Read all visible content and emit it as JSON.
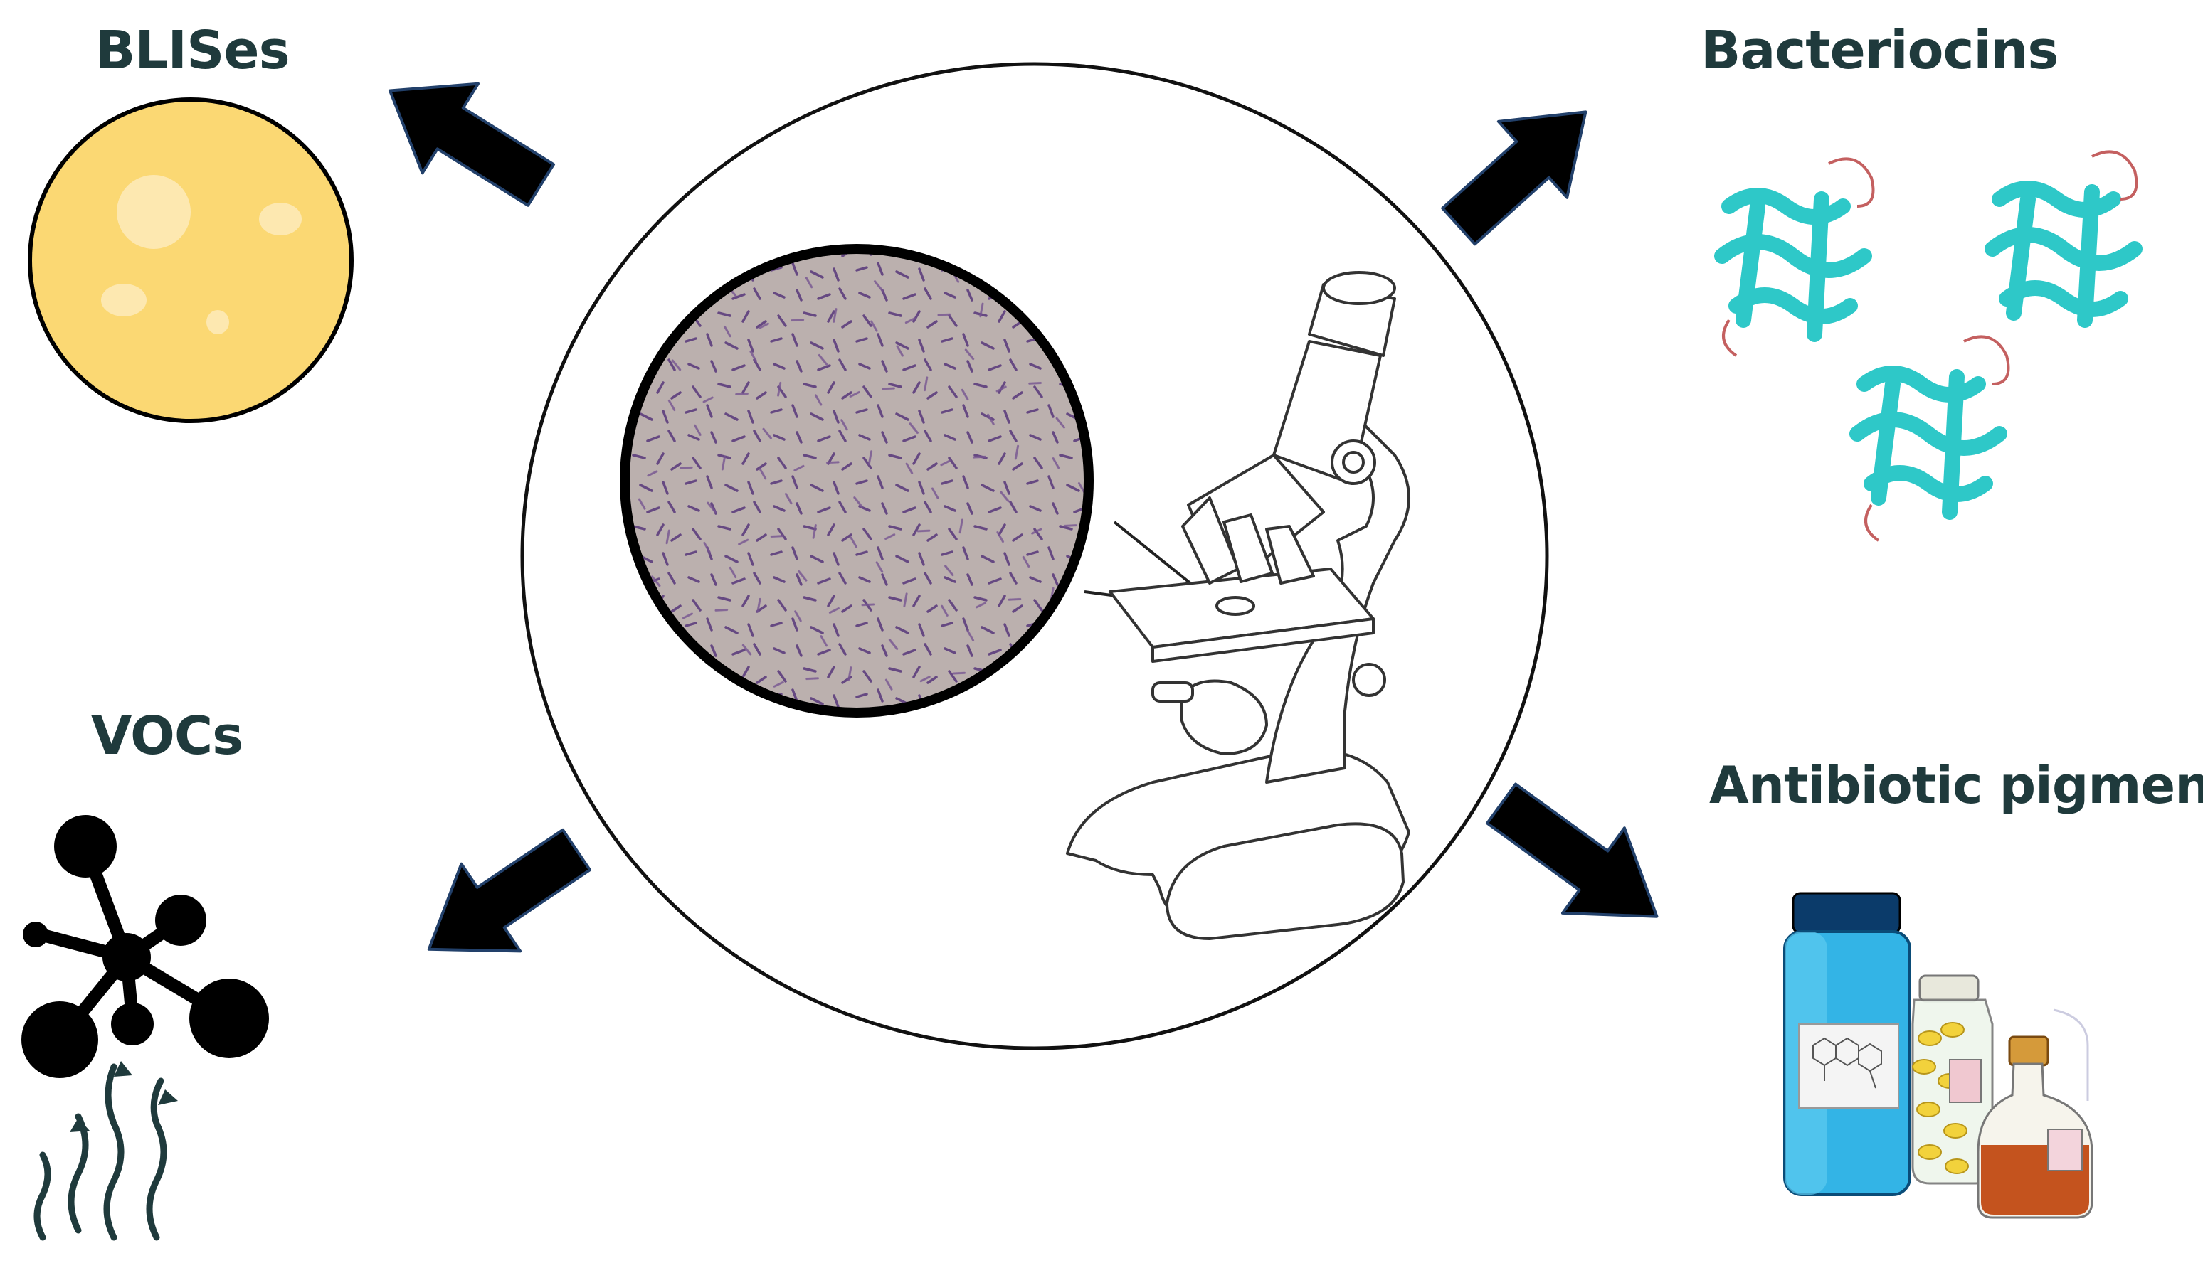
{
  "diagram": {
    "outputs": [
      {
        "id": "blises",
        "label": "BLISes"
      },
      {
        "id": "bacteriocins",
        "label": "Bacteriocins"
      },
      {
        "id": "vocs",
        "label": "VOCs"
      },
      {
        "id": "pigments",
        "label": "Antibiotic pigments"
      }
    ],
    "colors": {
      "text": "#1f3a3c",
      "arrow_fill": "#000000",
      "arrow_outline": "#22406a",
      "plate": "#fbd873",
      "colony": "#fde8b0",
      "protein": "#2ec8c8",
      "protein_loop": "#c46060",
      "micrograph_bg": "#b6aaa8",
      "bacteria": "#5a3a78",
      "vial": "#33b4e6",
      "capsule": "#f2d23c",
      "flask_liquid": "#c4531e"
    },
    "icons": [
      "agar-plate-icon",
      "protein-structure-icon",
      "molecule-icon",
      "pigment-bottles-icon",
      "microscope-icon",
      "micrograph-icon"
    ]
  }
}
